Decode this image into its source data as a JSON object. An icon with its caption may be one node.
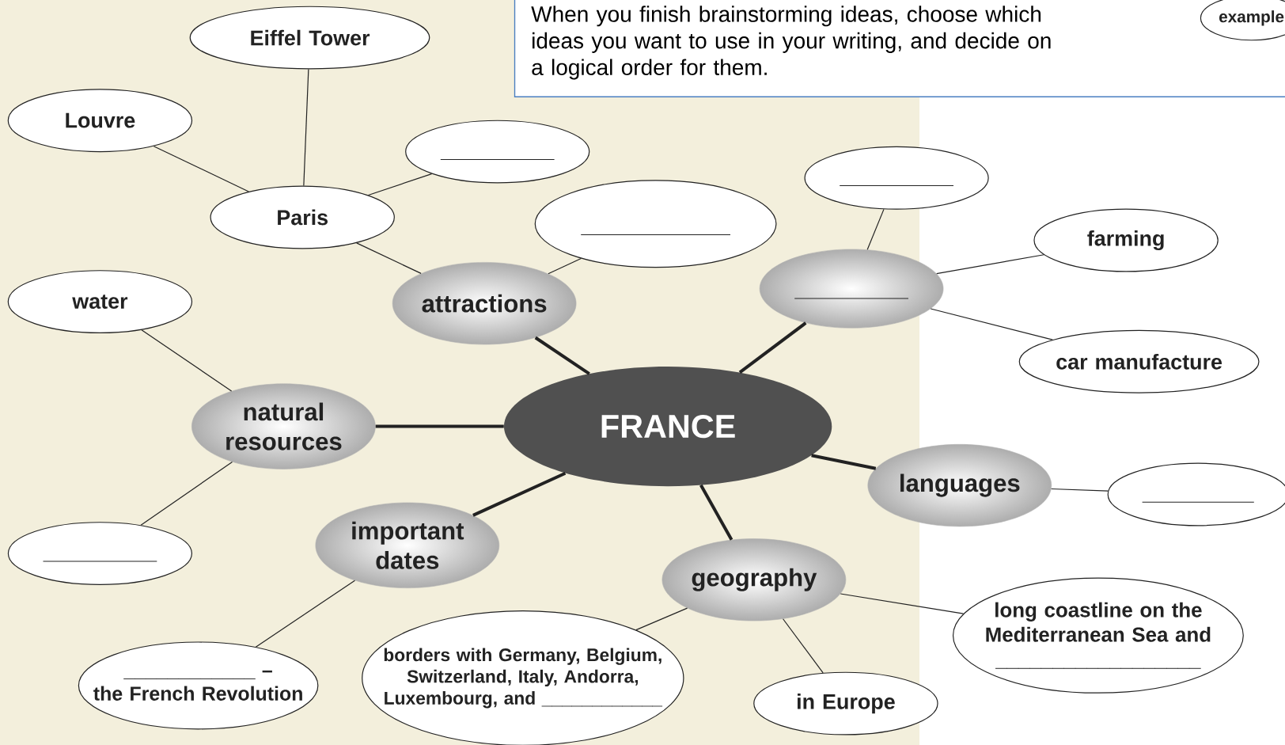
{
  "diagram": {
    "nodes": [
      {
        "text": [
          "When you finish brainstorming ideas, choose which ideas you want to use in your writing, and decide on a logical order for them."
        ]
      },
      {
        "text": [
          "example"
        ],
        "in": 0
      },
      {
        "text": [
          "Eiffel Tower"
        ]
      },
      {
        "text": [
          "Louvre"
        ]
      },
      {
        "text": [],
        "shape": "ellipse"
      },
      {
        "text": [
          "Paris"
        ]
      },
      {
        "text": [],
        "shape": "ellipse"
      },
      {
        "text": [],
        "shape": "ellipse"
      },
      {
        "text": [
          "farming"
        ]
      },
      {
        "text": [],
        "shape": "ellipse"
      },
      {
        "text": [
          "water"
        ]
      },
      {
        "text": [
          "attractions"
        ]
      },
      {
        "text": [
          "car manufacture"
        ]
      },
      {
        "text": [
          "natural resources"
        ]
      },
      {
        "text": [
          "FRANCE"
        ]
      },
      {
        "text": [
          "languages"
        ]
      },
      {
        "text": [],
        "shape": "ellipse"
      },
      {
        "text": [
          "important dates"
        ]
      },
      {
        "text": [],
        "shape": "ellipse"
      },
      {
        "text": [
          "geography"
        ]
      },
      {
        "text": [
          "long coastline on the Mediterranean Sea and __________________"
        ]
      },
      {
        "text": [
          "borders with Germany, Belgium, Switzerland, Italy, Andorra, Luxembourg, and ____________"
        ]
      },
      {
        "text": [
          "____________ –",
          "the French Revolution"
        ]
      },
      {
        "text": [
          "in Europe"
        ]
      }
    ],
    "edges": [
      {
        "from": 14,
        "to": 11,
        "arrow": "none",
        "style": "thick"
      },
      {
        "from": 14,
        "to": 9,
        "arrow": "none",
        "style": "thick"
      },
      {
        "from": 14,
        "to": 13,
        "arrow": "none",
        "style": "thick"
      },
      {
        "from": 14,
        "to": 17,
        "arrow": "none",
        "style": "thick"
      },
      {
        "from": 14,
        "to": 19,
        "arrow": "none",
        "style": "thick"
      },
      {
        "from": 14,
        "to": 15,
        "arrow": "none",
        "style": "thick"
      },
      {
        "from": 5,
        "to": 2,
        "arrow": "none"
      },
      {
        "from": 5,
        "to": 3,
        "arrow": "none"
      },
      {
        "from": 5,
        "to": 4,
        "arrow": "none"
      },
      {
        "from": 11,
        "to": 5,
        "arrow": "none"
      },
      {
        "from": 11,
        "to": 7,
        "arrow": "none"
      },
      {
        "from": 9,
        "to": 6,
        "arrow": "none"
      },
      {
        "from": 9,
        "to": 8,
        "arrow": "none"
      },
      {
        "from": 9,
        "to": 12,
        "arrow": "none"
      },
      {
        "from": 13,
        "to": 10,
        "arrow": "none"
      },
      {
        "from": 13,
        "to": 18,
        "arrow": "none"
      },
      {
        "from": 15,
        "to": 16,
        "arrow": "none"
      },
      {
        "from": 17,
        "to": 22,
        "arrow": "none"
      },
      {
        "from": 19,
        "to": 21,
        "arrow": "none"
      },
      {
        "from": 19,
        "to": 20,
        "arrow": "none"
      },
      {
        "from": 19,
        "to": 23,
        "arrow": "none"
      }
    ]
  }
}
